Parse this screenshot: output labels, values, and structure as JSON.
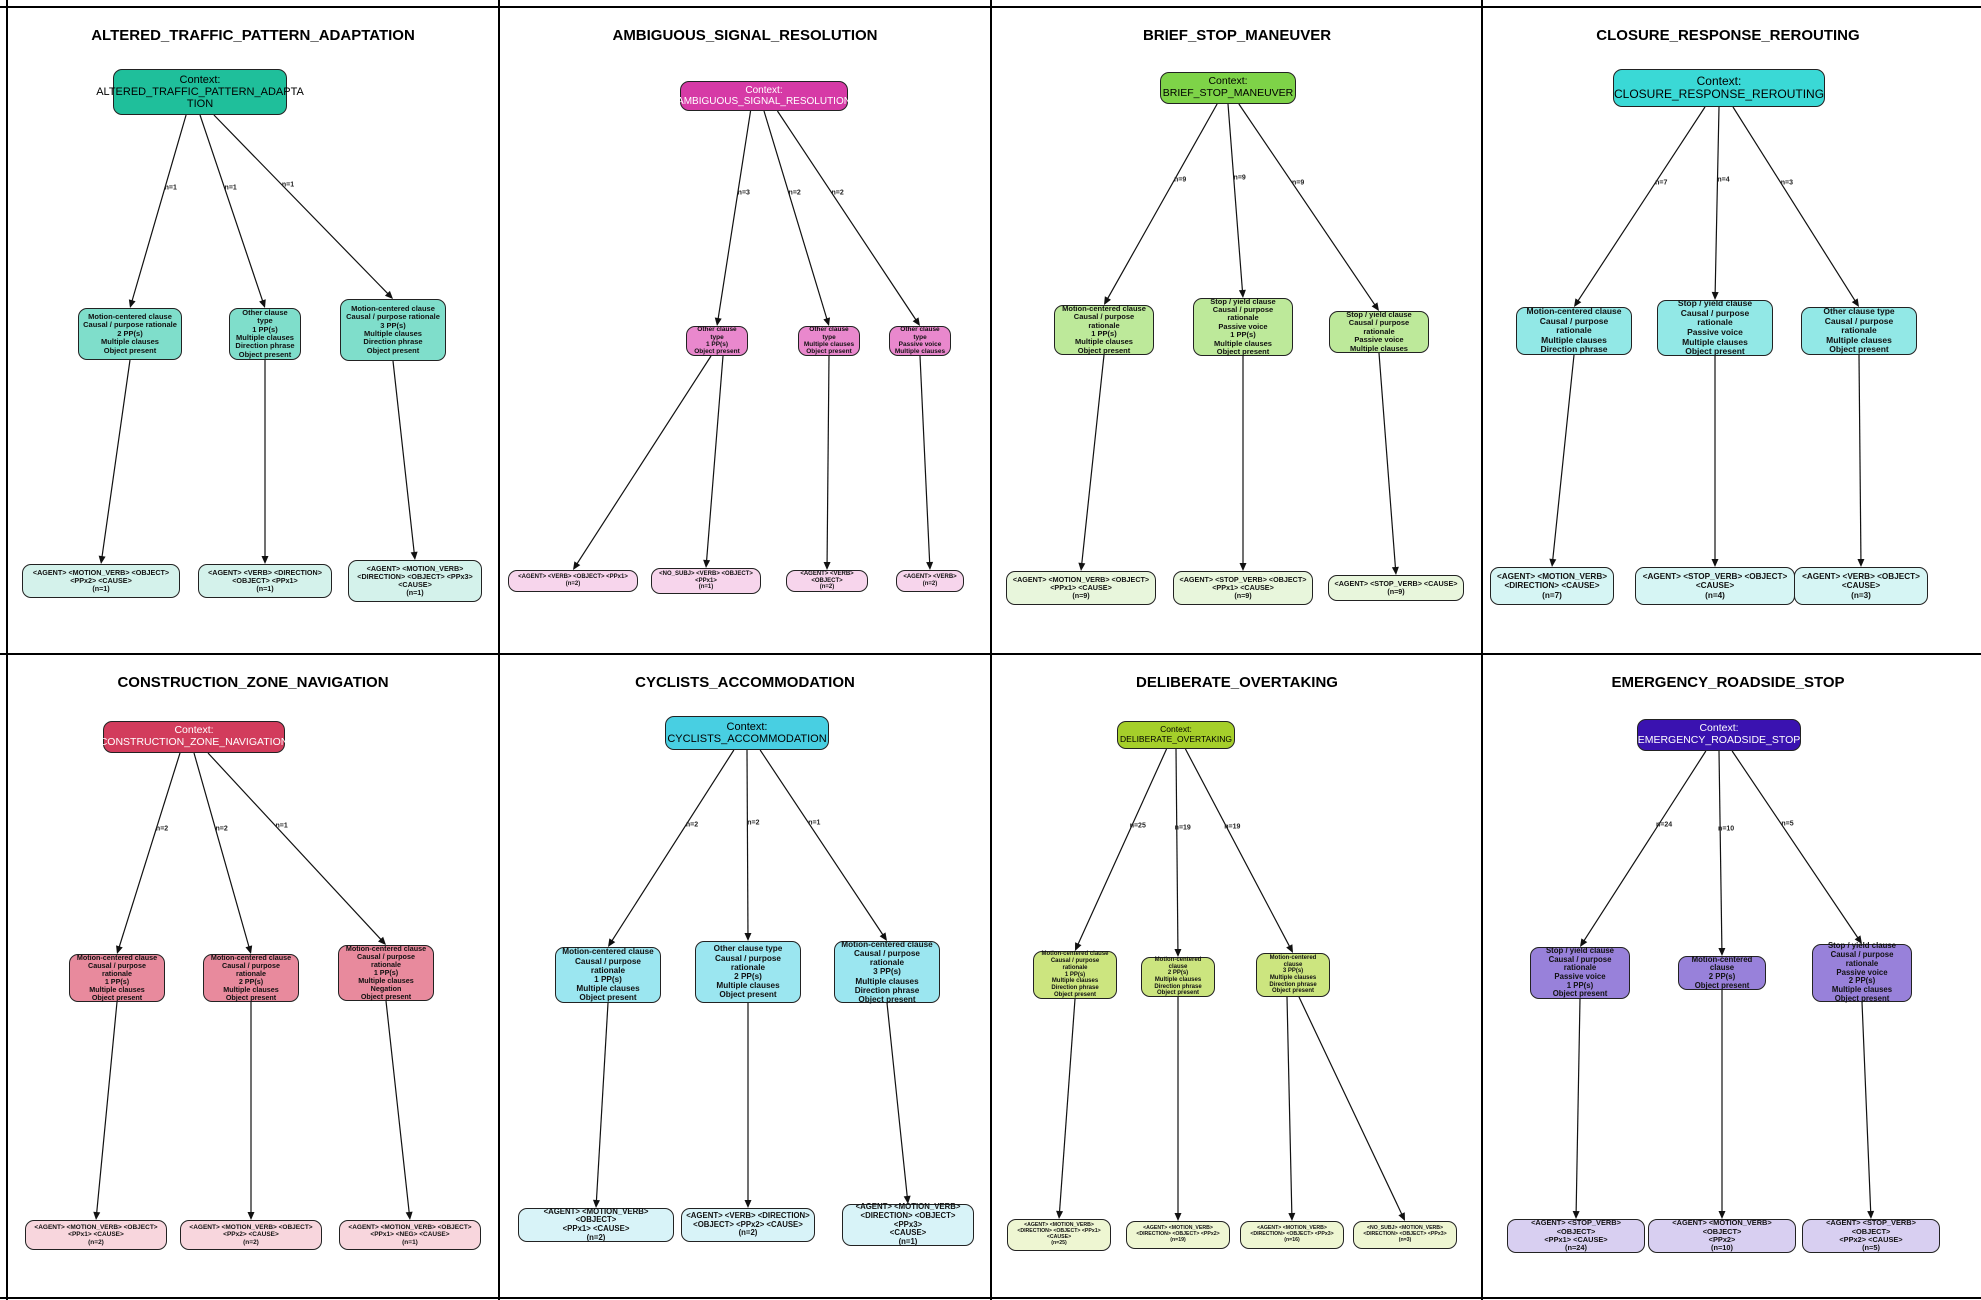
{
  "panels": [
    {
      "title": "ALTERED_TRAFFIC_PATTERN_ADAPTATION",
      "colors": {
        "ctx": "#1fbf9b",
        "mid": "#7fdecb",
        "leaf": "#d4f2eb",
        "ctx_text": "#000000"
      },
      "context": [
        "Context:",
        "ALTERED_TRAFFIC_PATTERN_ADAPTA",
        "TION"
      ],
      "branches": [
        {
          "n": "n=1",
          "mid": [
            "Motion-centered clause",
            "Causal / purpose rationale",
            "2 PP(s)",
            "Multiple clauses",
            "Object present"
          ],
          "leaves": [
            [
              "<AGENT> <MOTION_VERB> <OBJECT>",
              "<PPx2> <CAUSE>",
              "(n=1)"
            ]
          ]
        },
        {
          "n": "n=1",
          "mid": [
            "Other clause type",
            "1 PP(s)",
            "Multiple clauses",
            "Direction phrase",
            "Object present"
          ],
          "leaves": [
            [
              "<AGENT> <VERB> <DIRECTION>",
              "<OBJECT> <PPx1>",
              "(n=1)"
            ]
          ]
        },
        {
          "n": "n=1",
          "mid": [
            "Motion-centered clause",
            "Causal / purpose rationale",
            "3 PP(s)",
            "Multiple clauses",
            "Direction phrase",
            "Object present"
          ],
          "leaves": [
            [
              "<AGENT> <MOTION_VERB>",
              "<DIRECTION> <OBJECT> <PPx3>",
              "<CAUSE>",
              "(n=1)"
            ]
          ]
        }
      ]
    },
    {
      "title": "AMBIGUOUS_SIGNAL_RESOLUTION",
      "colors": {
        "ctx": "#d63aa6",
        "mid": "#e988cd",
        "leaf": "#f7d5ec",
        "ctx_text": "#ffffff"
      },
      "context": [
        "Context:",
        "AMBIGUOUS_SIGNAL_RESOLUTION"
      ],
      "branches": [
        {
          "n": "n=3",
          "mid": [
            "Other clause type",
            "1 PP(s)",
            "Object present"
          ],
          "leaves": [
            [
              "<AGENT> <VERB> <OBJECT> <PPx1>",
              "(n=2)"
            ],
            [
              "<NO_SUBJ> <VERB> <OBJECT>",
              "<PPx1>",
              "(n=1)"
            ]
          ]
        },
        {
          "n": "n=2",
          "mid": [
            "Other clause type",
            "Multiple clauses",
            "Object present"
          ],
          "leaves": [
            [
              "<AGENT> <VERB> <OBJECT>",
              "(n=2)"
            ]
          ]
        },
        {
          "n": "n=2",
          "mid": [
            "Other clause type",
            "Passive voice",
            "Multiple clauses"
          ],
          "leaves": [
            [
              "<AGENT> <VERB>",
              "(n=2)"
            ]
          ]
        }
      ]
    },
    {
      "title": "BRIEF_STOP_MANEUVER",
      "colors": {
        "ctx": "#7ed348",
        "mid": "#bde99a",
        "leaf": "#e8f6dc",
        "ctx_text": "#000000"
      },
      "context": [
        "Context:",
        "BRIEF_STOP_MANEUVER"
      ],
      "branches": [
        {
          "n": "n=9",
          "mid": [
            "Motion-centered clause",
            "Causal / purpose rationale",
            "1 PP(s)",
            "Multiple clauses",
            "Object present"
          ],
          "leaves": [
            [
              "<AGENT> <MOTION_VERB> <OBJECT>",
              "<PPx1> <CAUSE>",
              "(n=9)"
            ]
          ]
        },
        {
          "n": "n=9",
          "mid": [
            "Stop / yield clause",
            "Causal / purpose rationale",
            "Passive voice",
            "1 PP(s)",
            "Multiple clauses",
            "Object present"
          ],
          "leaves": [
            [
              "<AGENT> <STOP_VERB> <OBJECT>",
              "<PPx1> <CAUSE>",
              "(n=9)"
            ]
          ]
        },
        {
          "n": "n=9",
          "mid": [
            "Stop / yield clause",
            "Causal / purpose rationale",
            "Passive voice",
            "Multiple clauses"
          ],
          "leaves": [
            [
              "<AGENT> <STOP_VERB> <CAUSE>",
              "(n=9)"
            ]
          ]
        }
      ]
    },
    {
      "title": "CLOSURE_RESPONSE_REROUTING",
      "colors": {
        "ctx": "#3ad9d6",
        "mid": "#92e8e6",
        "leaf": "#d6f5f4",
        "ctx_text": "#000000"
      },
      "context": [
        "Context:",
        "CLOSURE_RESPONSE_REROUTING"
      ],
      "branches": [
        {
          "n": "n=7",
          "mid": [
            "Motion-centered clause",
            "Causal / purpose rationale",
            "Multiple clauses",
            "Direction phrase"
          ],
          "leaves": [
            [
              "<AGENT> <MOTION_VERB>",
              "<DIRECTION> <CAUSE>",
              "(n=7)"
            ]
          ]
        },
        {
          "n": "n=4",
          "mid": [
            "Stop / yield clause",
            "Causal / purpose rationale",
            "Passive voice",
            "Multiple clauses",
            "Object present"
          ],
          "leaves": [
            [
              "<AGENT> <STOP_VERB> <OBJECT>",
              "<CAUSE>",
              "(n=4)"
            ]
          ]
        },
        {
          "n": "n=3",
          "mid": [
            "Other clause type",
            "Causal / purpose rationale",
            "Multiple clauses",
            "Object present"
          ],
          "leaves": [
            [
              "<AGENT> <VERB> <OBJECT>",
              "<CAUSE>",
              "(n=3)"
            ]
          ]
        }
      ]
    },
    {
      "title": "CONSTRUCTION_ZONE_NAVIGATION",
      "colors": {
        "ctx": "#d23c5c",
        "mid": "#e88a9d",
        "leaf": "#f8d6dd",
        "ctx_text": "#ffffff"
      },
      "context": [
        "Context:",
        "CONSTRUCTION_ZONE_NAVIGATION"
      ],
      "branches": [
        {
          "n": "n=2",
          "mid": [
            "Motion-centered clause",
            "Causal / purpose rationale",
            "1 PP(s)",
            "Multiple clauses",
            "Object present"
          ],
          "leaves": [
            [
              "<AGENT> <MOTION_VERB> <OBJECT>",
              "<PPx1> <CAUSE>",
              "(n=2)"
            ]
          ]
        },
        {
          "n": "n=2",
          "mid": [
            "Motion-centered clause",
            "Causal / purpose rationale",
            "2 PP(s)",
            "Multiple clauses",
            "Object present"
          ],
          "leaves": [
            [
              "<AGENT> <MOTION_VERB> <OBJECT>",
              "<PPx2> <CAUSE>",
              "(n=2)"
            ]
          ]
        },
        {
          "n": "n=1",
          "mid": [
            "Motion-centered clause",
            "Causal / purpose rationale",
            "1 PP(s)",
            "Multiple clauses",
            "Negation",
            "Object present"
          ],
          "leaves": [
            [
              "<AGENT> <MOTION_VERB> <OBJECT>",
              "<PPx1> <NEG> <CAUSE>",
              "(n=1)"
            ]
          ]
        }
      ]
    },
    {
      "title": "CYCLISTS_ACCOMMODATION",
      "colors": {
        "ctx": "#48cfe2",
        "mid": "#9be6f0",
        "leaf": "#d8f3f8",
        "ctx_text": "#000000"
      },
      "context": [
        "Context:",
        "CYCLISTS_ACCOMMODATION"
      ],
      "branches": [
        {
          "n": "n=2",
          "mid": [
            "Motion-centered clause",
            "Causal / purpose rationale",
            "1 PP(s)",
            "Multiple clauses",
            "Object present"
          ],
          "leaves": [
            [
              "<AGENT> <MOTION_VERB> <OBJECT>",
              "<PPx1> <CAUSE>",
              "(n=2)"
            ]
          ]
        },
        {
          "n": "n=2",
          "mid": [
            "Other clause type",
            "Causal / purpose rationale",
            "2 PP(s)",
            "Multiple clauses",
            "Object present"
          ],
          "leaves": [
            [
              "<AGENT> <VERB> <DIRECTION>",
              "<OBJECT> <PPx2> <CAUSE>",
              "(n=2)"
            ]
          ]
        },
        {
          "n": "n=1",
          "mid": [
            "Motion-centered clause",
            "Causal / purpose rationale",
            "3 PP(s)",
            "Multiple clauses",
            "Direction phrase",
            "Object present"
          ],
          "leaves": [
            [
              "<AGENT> <MOTION_VERB>",
              "<DIRECTION> <OBJECT> <PPx3>",
              "<CAUSE>",
              "(n=1)"
            ]
          ]
        }
      ]
    },
    {
      "title": "DELIBERATE_OVERTAKING",
      "colors": {
        "ctx": "#a5cf2a",
        "mid": "#cce57f",
        "leaf": "#eef6d2",
        "ctx_text": "#000000"
      },
      "context": [
        "Context:",
        "DELIBERATE_OVERTAKING"
      ],
      "branches": [
        {
          "n": "n=25",
          "mid": [
            "Motion-centered clause",
            "Causal / purpose rationale",
            "1 PP(s)",
            "Multiple clauses",
            "Direction phrase",
            "Object present"
          ],
          "leaves": [
            [
              "<AGENT> <MOTION_VERB>",
              "<DIRECTION> <OBJECT> <PPx1>",
              "<CAUSE>",
              "(n=25)"
            ]
          ]
        },
        {
          "n": "n=19",
          "mid": [
            "Motion-centered clause",
            "2 PP(s)",
            "Multiple clauses",
            "Direction phrase",
            "Object present"
          ],
          "leaves": [
            [
              "<AGENT> <MOTION_VERB>",
              "<DIRECTION> <OBJECT> <PPx2>",
              "(n=19)"
            ]
          ]
        },
        {
          "n": "n=19",
          "mid": [
            "Motion-centered clause",
            "3 PP(s)",
            "Multiple clauses",
            "Direction phrase",
            "Object present"
          ],
          "leaves": [
            [
              "<AGENT> <MOTION_VERB>",
              "<DIRECTION> <OBJECT> <PPx3>",
              "(n=16)"
            ],
            [
              "<NO_SUBJ> <MOTION_VERB>",
              "<DIRECTION> <OBJECT> <PPx3>",
              "(n=3)"
            ]
          ]
        }
      ]
    },
    {
      "title": "EMERGENCY_ROADSIDE_STOP",
      "colors": {
        "ctx": "#3a12b0",
        "mid": "#9881da",
        "leaf": "#d8cff1",
        "ctx_text": "#ffffff"
      },
      "context": [
        "Context:",
        "EMERGENCY_ROADSIDE_STOP"
      ],
      "branches": [
        {
          "n": "n=24",
          "mid": [
            "Stop / yield clause",
            "Causal / purpose rationale",
            "Passive voice",
            "1 PP(s)",
            "Object present"
          ],
          "leaves": [
            [
              "<AGENT> <STOP_VERB> <OBJECT>",
              "<PPx1> <CAUSE>",
              "(n=24)"
            ]
          ]
        },
        {
          "n": "n=10",
          "mid": [
            "Motion-centered clause",
            "2 PP(s)",
            "Object present"
          ],
          "leaves": [
            [
              "<AGENT> <MOTION_VERB> <OBJECT>",
              "<PPx2>",
              "(n=10)"
            ]
          ]
        },
        {
          "n": "n=5",
          "mid": [
            "Stop / yield clause",
            "Causal / purpose rationale",
            "Passive voice",
            "2 PP(s)",
            "Multiple clauses",
            "Object present"
          ],
          "leaves": [
            [
              "<AGENT> <STOP_VERB> <OBJECT>",
              "<PPx2> <CAUSE>",
              "(n=5)"
            ]
          ]
        }
      ]
    }
  ]
}
